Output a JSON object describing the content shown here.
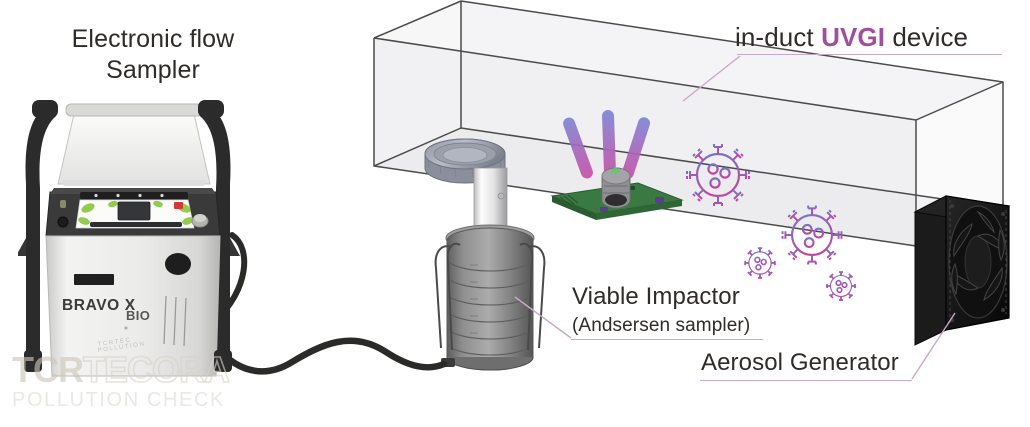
{
  "figure": {
    "type": "experimental-setup-diagram",
    "background": "#ffffff",
    "accent_purple": "#a04f9e",
    "leader_color": "#c9a8c8",
    "text_color": "#2f2b29"
  },
  "labels": {
    "sampler": {
      "line1": "Electronic flow",
      "line2": "Sampler"
    },
    "uvgi": {
      "prefix": "in-duct ",
      "accent": "UVGI",
      "suffix": " device"
    },
    "impactor": {
      "title": "Viable Impactor",
      "subtitle": "(Andsersen sampler)"
    },
    "aerosol": {
      "title": "Aerosol Generator"
    }
  },
  "watermark": {
    "brand_solid": "TCR",
    "brand_outline": "TECORA",
    "tagline": "POLLUTION CHECK",
    "color_solid": "#cdc6ba",
    "color_outline": "#d8d2c8",
    "color_tagline": "#dedad2"
  },
  "sampler_device": {
    "brand": "BRAVO X",
    "model": "BIO",
    "body_color": "#e9e9e7",
    "frame_color": "#2b2b2b"
  },
  "duct": {
    "material": "transparent",
    "edge_color": "#4a4a4a",
    "fill": "rgba(225,225,230,0.55)"
  },
  "uvgi_device": {
    "emitter_color": "#8c8c90",
    "pcb_color": "#2f6b35",
    "beam_colors": [
      "#7d86d6",
      "#c14fa3"
    ],
    "beam_count": 3
  },
  "viruses": {
    "count": 4,
    "stroke_top": "#6f78cf",
    "stroke_bottom": "#c1459f",
    "sizes": [
      "large",
      "small",
      "large",
      "small"
    ]
  },
  "fan": {
    "color": "#141414",
    "blade_count": 7
  },
  "impactor_device": {
    "stage_count": 7,
    "body_color": "#7c7c7c",
    "tube_color": "#ececed",
    "inlet_color": "#9fa2ac"
  },
  "hose": {
    "color": "#2a2a28",
    "description": "wavy tube from sampler to impactor"
  }
}
